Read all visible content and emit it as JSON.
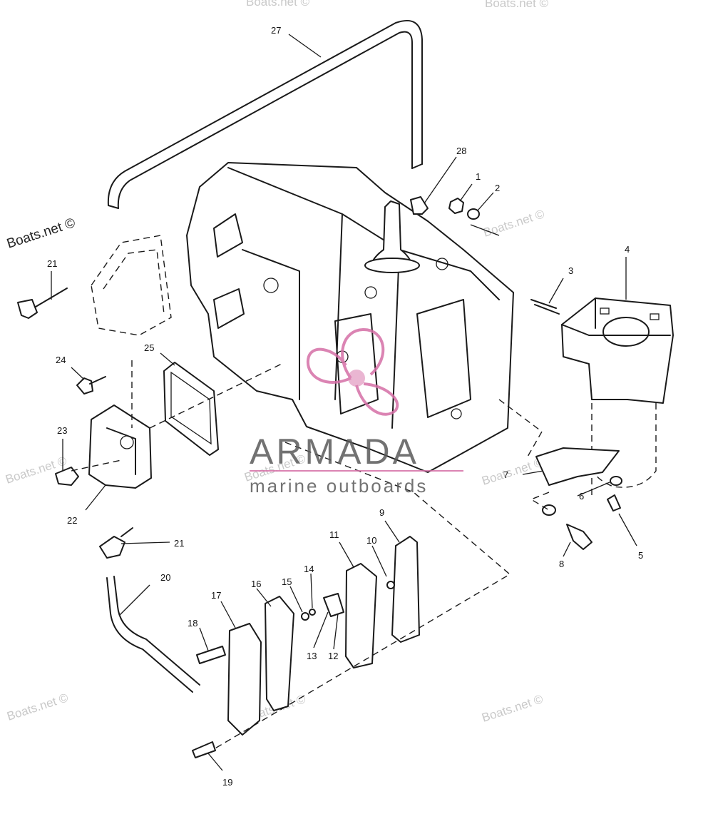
{
  "watermarks": {
    "site_text": "Boats.net ©",
    "logo_brand": "ARMADA",
    "logo_tagline": "marine outboards",
    "logo_color": "#d56fa6"
  },
  "callouts": [
    "1",
    "2",
    "3",
    "4",
    "5",
    "6",
    "7",
    "8",
    "9",
    "10",
    "11",
    "12",
    "13",
    "14",
    "15",
    "16",
    "17",
    "18",
    "19",
    "20",
    "21",
    "21",
    "22",
    "23",
    "24",
    "25",
    "27",
    "28"
  ]
}
